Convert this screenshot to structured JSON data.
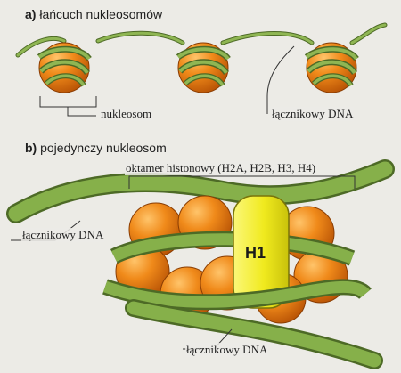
{
  "panel_a": {
    "letter": "a)",
    "title": "łańcuch nukleosomów",
    "nucleosome_label": "nukleosom",
    "linker_label": "łącznikowy DNA"
  },
  "panel_b": {
    "letter": "b)",
    "title": "pojedynczy nukleosom",
    "octamer_label": "oktamer histonowy (H2A, H2B, H3, H4)",
    "linker_left_label": "łącznikowy DNA",
    "linker_bottom_label": "łącznikowy DNA",
    "h1_label": "H1"
  },
  "colors": {
    "background": "#ecebe6",
    "histone_orange": "#f08a1a",
    "histone_dark": "#c45a05",
    "dna_green": "#7fa644",
    "dna_dark": "#4d6a26",
    "h1_yellow": "#f3ee2a"
  }
}
